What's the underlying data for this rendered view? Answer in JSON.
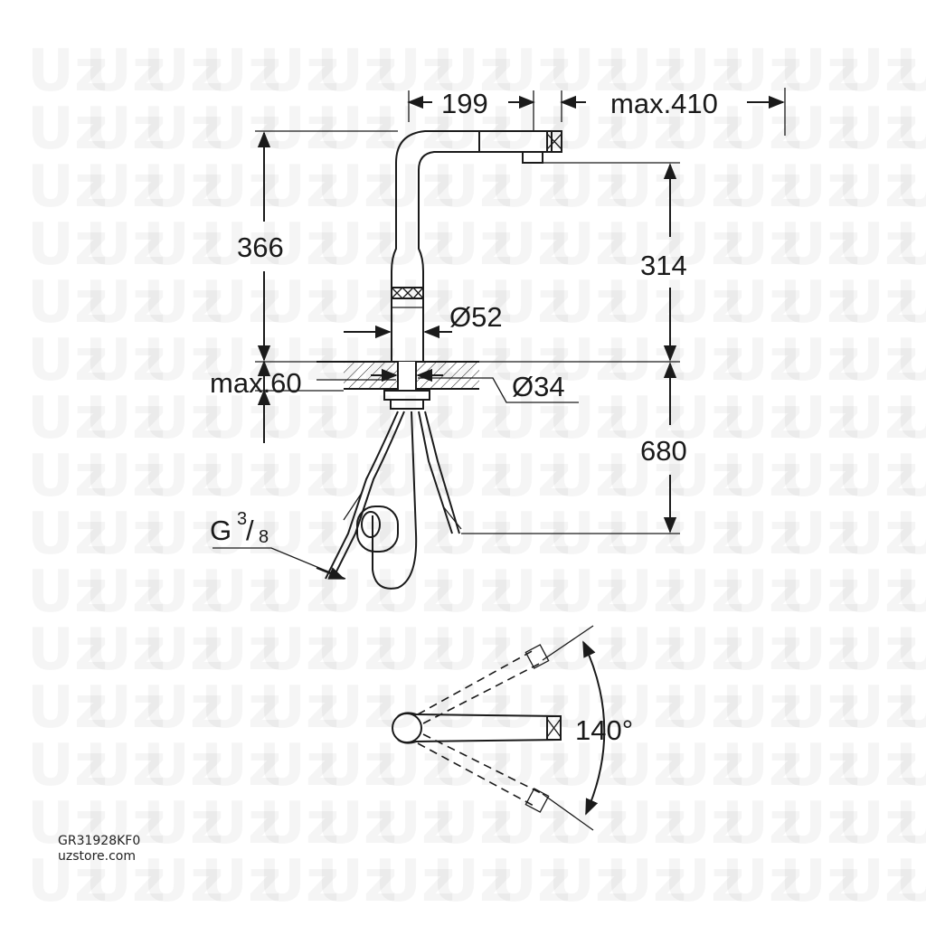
{
  "dimensions": {
    "spout_reach": "199",
    "pullout_max": "max.410",
    "total_height": "366",
    "spout_height": "314",
    "base_diameter": "Ø52",
    "deck_max": "max.60",
    "hole_diameter": "Ø34",
    "hose_length": "680",
    "connection_thread": "G",
    "thread_numerator": "3",
    "thread_denominator": "8",
    "swivel_angle": "140°"
  },
  "footer": {
    "product_code": "GR31928KF0",
    "site": "uzstore.com"
  },
  "watermark": "Uz"
}
